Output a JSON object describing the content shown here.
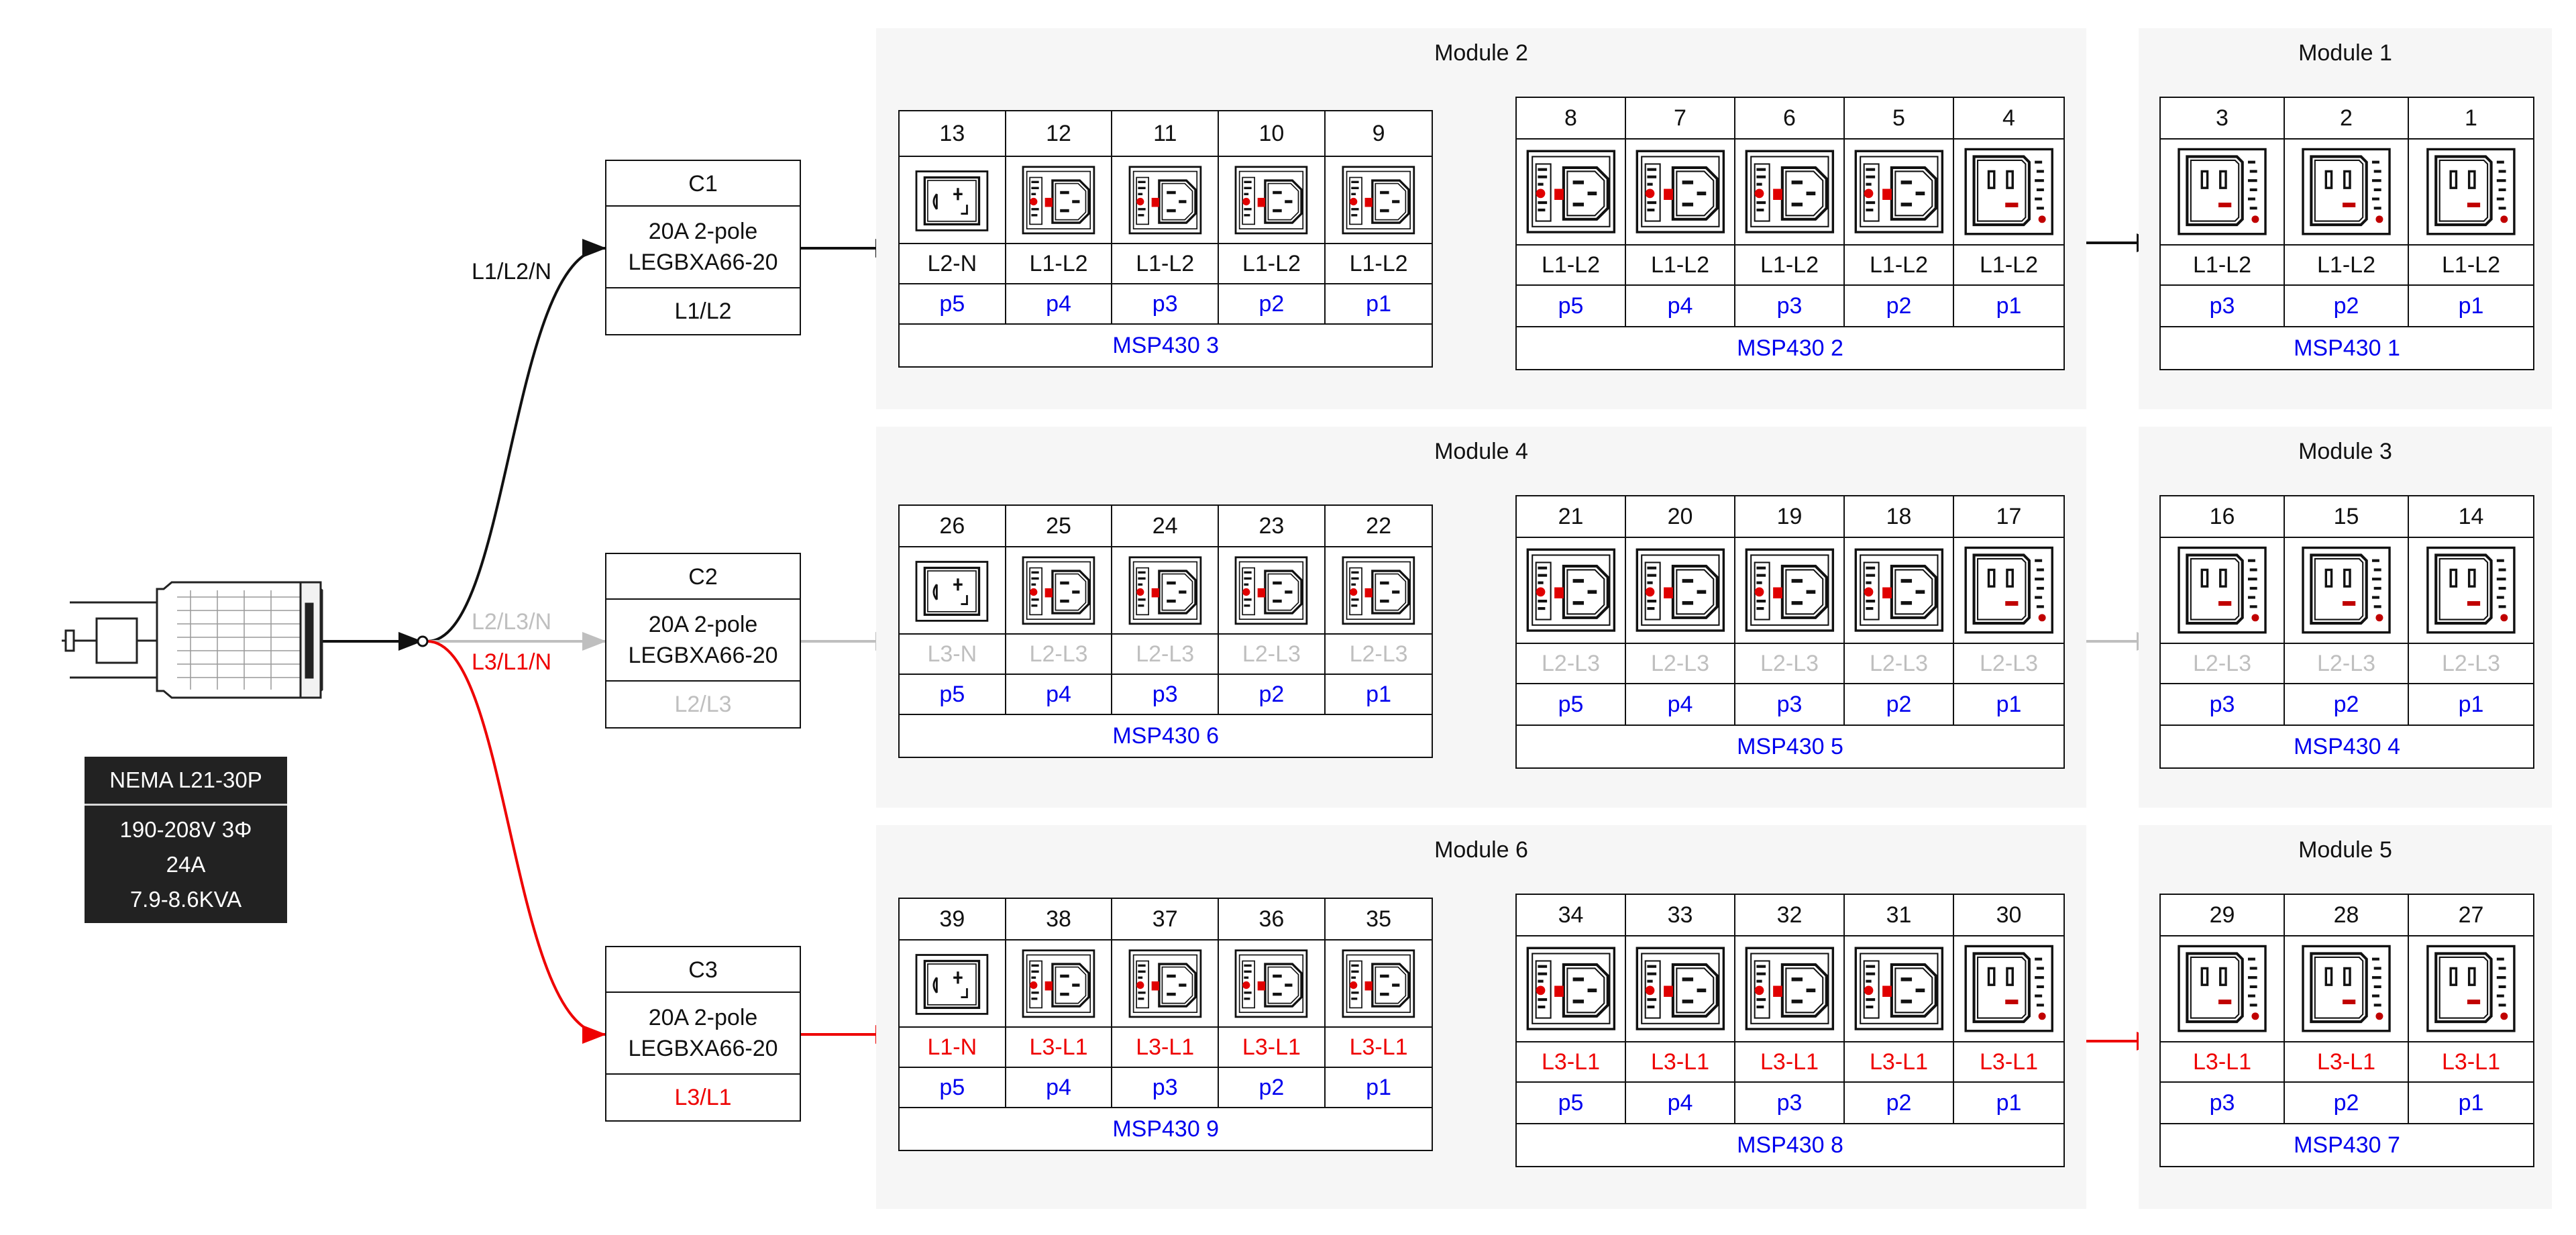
{
  "inlet": {
    "connector": "NEMA L21-30P",
    "voltage": "190-208V 3Φ",
    "current": "24A",
    "power": "7.9-8.6KVA"
  },
  "colors": {
    "L1L2": "#111111",
    "L2L3": "#bfbfbf",
    "L3L1": "#ee0000",
    "port": "#0000ee",
    "module_bg": "#f6f6f6"
  },
  "breakers": [
    {
      "id": "C1",
      "rating": "20A 2-pole",
      "part": "LEGBXA66-20",
      "phase": "L1/L2",
      "feed_label": "L1/L2/N",
      "color": "#111111"
    },
    {
      "id": "C2",
      "rating": "20A 2-pole",
      "part": "LEGBXA66-20",
      "phase": "L2/L3",
      "feed_label": "L2/L3/N",
      "color": "#bfbfbf"
    },
    {
      "id": "C3",
      "rating": "20A 2-pole",
      "part": "LEGBXA66-20",
      "phase": "L3/L1",
      "feed_label": "L3/L1/N",
      "color": "#ee0000"
    }
  ],
  "modules": [
    "Module 2",
    "Module 1",
    "Module 4",
    "Module 3",
    "Module 6",
    "Module 5"
  ],
  "units": [
    {
      "name": "MSP430 3",
      "color": "#111111",
      "outlets": [
        {
          "num": "13",
          "type": "nema",
          "phase": "L2-N",
          "port": "p5"
        },
        {
          "num": "12",
          "type": "c13",
          "phase": "L1-L2",
          "port": "p4"
        },
        {
          "num": "11",
          "type": "c13",
          "phase": "L1-L2",
          "port": "p3"
        },
        {
          "num": "10",
          "type": "c13",
          "phase": "L1-L2",
          "port": "p2"
        },
        {
          "num": "9",
          "type": "c13",
          "phase": "L1-L2",
          "port": "p1"
        }
      ]
    },
    {
      "name": "MSP430 2",
      "color": "#111111",
      "outlets": [
        {
          "num": "8",
          "type": "c13",
          "phase": "L1-L2",
          "port": "p5"
        },
        {
          "num": "7",
          "type": "c13",
          "phase": "L1-L2",
          "port": "p4"
        },
        {
          "num": "6",
          "type": "c13",
          "phase": "L1-L2",
          "port": "p3"
        },
        {
          "num": "5",
          "type": "c13",
          "phase": "L1-L2",
          "port": "p2"
        },
        {
          "num": "4",
          "type": "c19",
          "phase": "L1-L2",
          "port": "p1"
        }
      ]
    },
    {
      "name": "MSP430 1",
      "color": "#111111",
      "outlets": [
        {
          "num": "3",
          "type": "c19",
          "phase": "L1-L2",
          "port": "p3"
        },
        {
          "num": "2",
          "type": "c19",
          "phase": "L1-L2",
          "port": "p2"
        },
        {
          "num": "1",
          "type": "c19",
          "phase": "L1-L2",
          "port": "p1"
        }
      ]
    },
    {
      "name": "MSP430 6",
      "color": "#bfbfbf",
      "outlets": [
        {
          "num": "26",
          "type": "nema",
          "phase": "L3-N",
          "port": "p5"
        },
        {
          "num": "25",
          "type": "c13",
          "phase": "L2-L3",
          "port": "p4"
        },
        {
          "num": "24",
          "type": "c13",
          "phase": "L2-L3",
          "port": "p3"
        },
        {
          "num": "23",
          "type": "c13",
          "phase": "L2-L3",
          "port": "p2"
        },
        {
          "num": "22",
          "type": "c13",
          "phase": "L2-L3",
          "port": "p1"
        }
      ]
    },
    {
      "name": "MSP430 5",
      "color": "#bfbfbf",
      "outlets": [
        {
          "num": "21",
          "type": "c13",
          "phase": "L2-L3",
          "port": "p5"
        },
        {
          "num": "20",
          "type": "c13",
          "phase": "L2-L3",
          "port": "p4"
        },
        {
          "num": "19",
          "type": "c13",
          "phase": "L2-L3",
          "port": "p3"
        },
        {
          "num": "18",
          "type": "c13",
          "phase": "L2-L3",
          "port": "p2"
        },
        {
          "num": "17",
          "type": "c19",
          "phase": "L2-L3",
          "port": "p1"
        }
      ]
    },
    {
      "name": "MSP430 4",
      "color": "#bfbfbf",
      "outlets": [
        {
          "num": "16",
          "type": "c19",
          "phase": "L2-L3",
          "port": "p3"
        },
        {
          "num": "15",
          "type": "c19",
          "phase": "L2-L3",
          "port": "p2"
        },
        {
          "num": "14",
          "type": "c19",
          "phase": "L2-L3",
          "port": "p1"
        }
      ]
    },
    {
      "name": "MSP430 9",
      "color": "#ee0000",
      "outlets": [
        {
          "num": "39",
          "type": "nema",
          "phase": "L1-N",
          "port": "p5"
        },
        {
          "num": "38",
          "type": "c13",
          "phase": "L3-L1",
          "port": "p4"
        },
        {
          "num": "37",
          "type": "c13",
          "phase": "L3-L1",
          "port": "p3"
        },
        {
          "num": "36",
          "type": "c13",
          "phase": "L3-L1",
          "port": "p2"
        },
        {
          "num": "35",
          "type": "c13",
          "phase": "L3-L1",
          "port": "p1"
        }
      ]
    },
    {
      "name": "MSP430 8",
      "color": "#ee0000",
      "outlets": [
        {
          "num": "34",
          "type": "c13",
          "phase": "L3-L1",
          "port": "p5"
        },
        {
          "num": "33",
          "type": "c13",
          "phase": "L3-L1",
          "port": "p4"
        },
        {
          "num": "32",
          "type": "c13",
          "phase": "L3-L1",
          "port": "p3"
        },
        {
          "num": "31",
          "type": "c13",
          "phase": "L3-L1",
          "port": "p2"
        },
        {
          "num": "30",
          "type": "c19",
          "phase": "L3-L1",
          "port": "p1"
        }
      ]
    },
    {
      "name": "MSP430 7",
      "color": "#ee0000",
      "outlets": [
        {
          "num": "29",
          "type": "c19",
          "phase": "L3-L1",
          "port": "p3"
        },
        {
          "num": "28",
          "type": "c19",
          "phase": "L3-L1",
          "port": "p2"
        },
        {
          "num": "27",
          "type": "c19",
          "phase": "L3-L1",
          "port": "p1"
        }
      ]
    }
  ]
}
